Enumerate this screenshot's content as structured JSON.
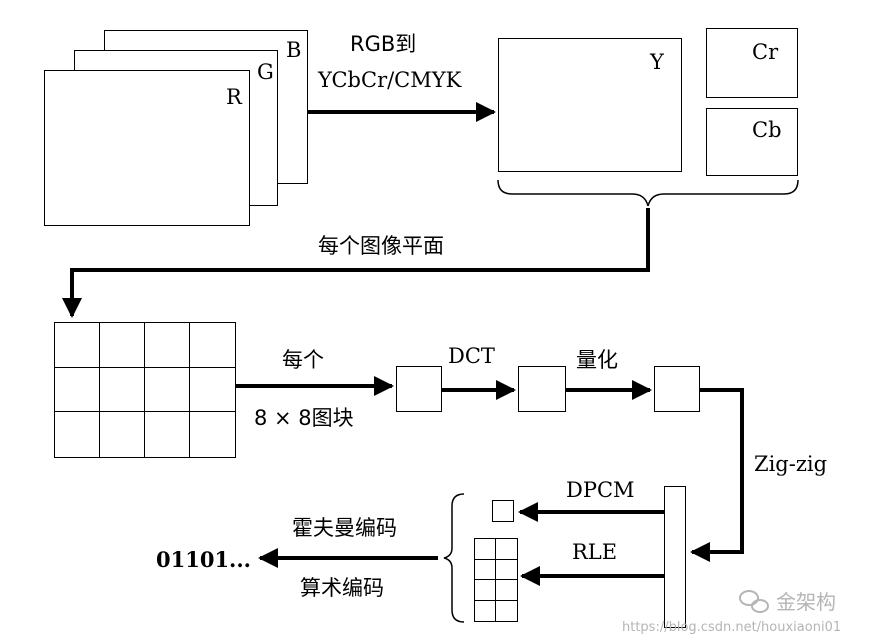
{
  "planes": {
    "b": "B",
    "g": "G",
    "r": "R"
  },
  "convert_label_1": "RGB到",
  "convert_label_2": "YCbCr/CMYK",
  "ycc": {
    "y": "Y",
    "cr": "Cr",
    "cb": "Cb"
  },
  "each_plane_label": "每个图像平面",
  "each_label": "每个",
  "block_label": "8 × 8图块",
  "dct_label": "DCT",
  "quant_label": "量化",
  "zigzag_label": "Zig-zig",
  "dpcm_label": "DPCM",
  "rle_label": "RLE",
  "huffman_label": "霍夫曼编码",
  "arith_label": "算术编码",
  "output_label": "01101...",
  "watermark": {
    "brand": "金架构",
    "url": "https://blog.csdn.net/houxiaoni01"
  }
}
